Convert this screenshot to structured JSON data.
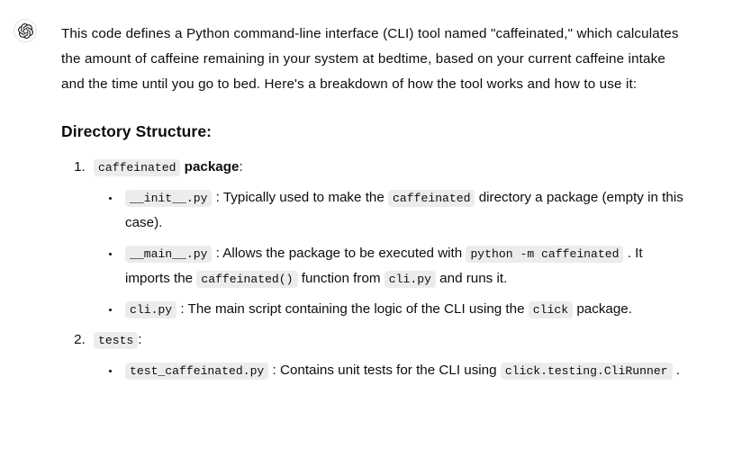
{
  "avatar": {
    "name": "openai-logo",
    "alt": "ChatGPT assistant avatar"
  },
  "message": {
    "intro_paragraph": "This code defines a Python command-line interface (CLI) tool named \"caffeinated,\" which calculates the amount of caffeine remaining in your system at bedtime, based on your current caffeine intake and the time until you go to bed. Here's a breakdown of how the tool works and how to use it:",
    "heading": "Directory Structure:",
    "items": [
      {
        "marker": "1.",
        "code": "caffeinated",
        "bold_text": "package",
        "trailing": ":",
        "subitems": [
          {
            "code": "__init__.py",
            "text_1": ": Typically used to make the",
            "code_2": "caffeinated",
            "text_2": "directory a package (empty in this case)."
          },
          {
            "code": "__main__.py",
            "text_1": ": Allows the package to be executed with",
            "code_2": "python -m caffeinated",
            "text_2": ". It imports the",
            "code_3": "caffeinated()",
            "text_3": "function from",
            "code_4": "cli.py",
            "text_4": "and runs it."
          },
          {
            "code": "cli.py",
            "text_1": ": The main script containing the logic of the CLI using the",
            "code_2": "click",
            "text_2": "package."
          }
        ]
      },
      {
        "marker": "2.",
        "code": "tests",
        "bold_text": "",
        "trailing": ":",
        "subitems": [
          {
            "code": "test_caffeinated.py",
            "text_1": ": Contains unit tests for the CLI using",
            "code_2": "click.testing.CliRunner",
            "text_2": "."
          }
        ]
      }
    ]
  },
  "colors": {
    "background": "#ffffff",
    "text": "#0d0d0d",
    "code_chip_background": "#ececec",
    "avatar_border": "#e3e3e3"
  }
}
